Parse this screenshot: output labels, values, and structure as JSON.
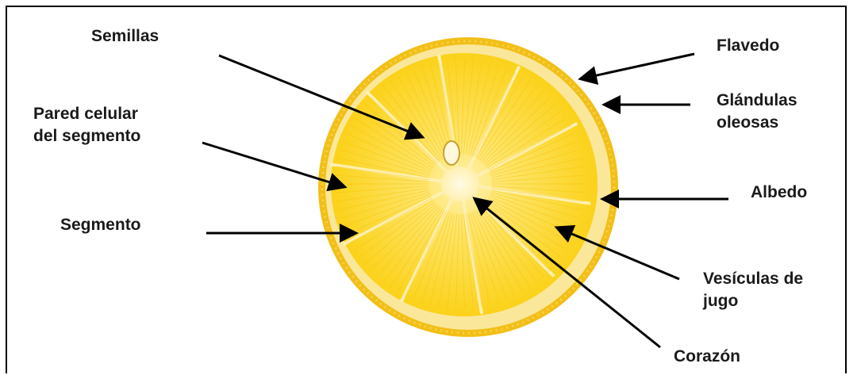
{
  "labels": {
    "semillas": "Semillas",
    "pared_line1": "Pared celular",
    "pared_line2": "del segmento",
    "segmento": "Segmento",
    "flavedo": "Flavedo",
    "glandulas_line1": "Glándulas",
    "glandulas_line2": "oleosas",
    "albedo": "Albedo",
    "vesiculas_line1": "Vesículas de",
    "vesiculas_line2": "jugo",
    "corazon": "Corazón"
  },
  "colors": {
    "rind": "#f3c21a",
    "albedo": "#fbe9a0",
    "pulp": "#fcd21c",
    "pulp_light": "#fde45c",
    "core": "#fff4c8",
    "arrow": "#000000"
  }
}
